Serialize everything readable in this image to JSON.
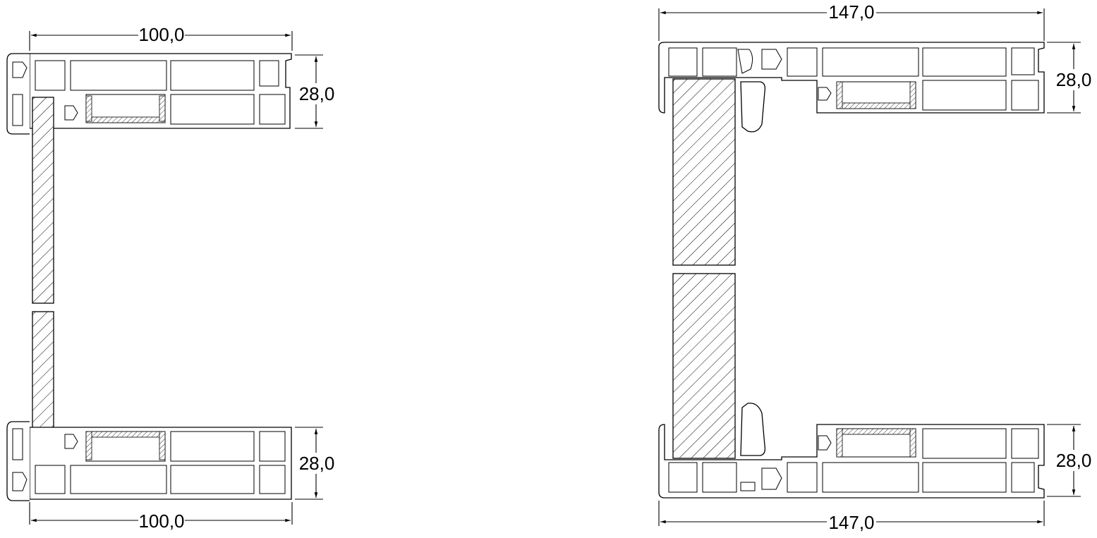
{
  "left_section": {
    "top_width": "100,0",
    "top_height": "28,0",
    "bottom_height": "28,0",
    "bottom_width": "100,0"
  },
  "right_section": {
    "top_width": "147,0",
    "top_height": "28,0",
    "bottom_height": "28,0",
    "bottom_width": "147,0"
  }
}
